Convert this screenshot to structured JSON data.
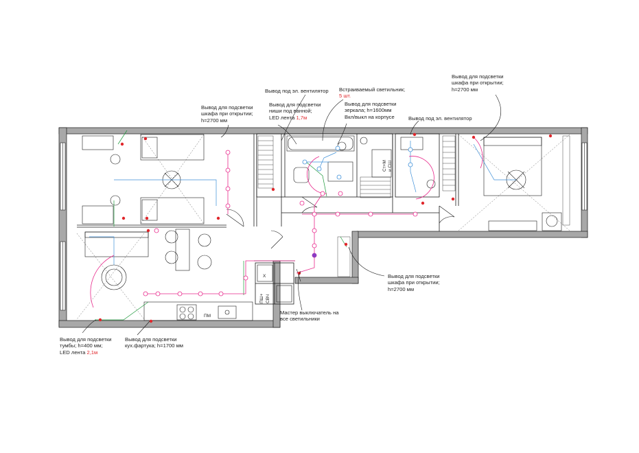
{
  "annotations": {
    "fan_left": {
      "line1": "Вывод под эл. вентилятор"
    },
    "recessed": {
      "line1": "Встраиваемый светильник;",
      "line2_accent": "5 шт."
    },
    "wardrobe_left": {
      "line1": "Вывод для подсветки",
      "line2": "шкафа при открытии;",
      "line3": "h=2700 мм"
    },
    "niche": {
      "line1": "Вывод для подсветки",
      "line2": "ниши под ванной;",
      "line3_prefix": "LED лента ",
      "line3_accent": "1,7м"
    },
    "mirror": {
      "line1": "Вывод для подсветки",
      "line2": "зеркала; h=1600мм",
      "line3": "Вкл/выкл на корпусе"
    },
    "fan_right": {
      "line1": "Вывод под эл. вентилятор"
    },
    "wardrobe_top_right": {
      "line1": "Вывод для подсветки",
      "line2": "шкафа при открытии;",
      "line3": "h=2700 мм"
    },
    "wardrobe_hall": {
      "line1": "Вывод для подсветки",
      "line2": "шкафа при открытии;",
      "line3": "h=2700 мм"
    },
    "master_switch": {
      "line1": "Мастер выключатель на",
      "line2": "все светильники"
    },
    "cabinet": {
      "line1": "Вывод для подсветки",
      "line2": "тумбы; h=400 мм;",
      "line3_prefix": "LED лента ",
      "line3_accent": "2,1м"
    },
    "apron": {
      "line1": "Вывод для подсветки",
      "line2": "кух.фартука; h=1700 мм"
    }
  },
  "plan_labels": {
    "washer_dryer": "Ст+М\nи СШ",
    "dishwasher_oven": "ПШ+\nСВЧ",
    "dishwasher": "ПМ",
    "x_mark": "X"
  },
  "colors": {
    "wall": "#a8a8a8",
    "outline": "#1a1a1a",
    "lighting_circuit": "#e8268a",
    "switch_green": "#1f9a3c",
    "wiring_blue": "#3d8fd8",
    "accent_text": "#e0262b"
  }
}
